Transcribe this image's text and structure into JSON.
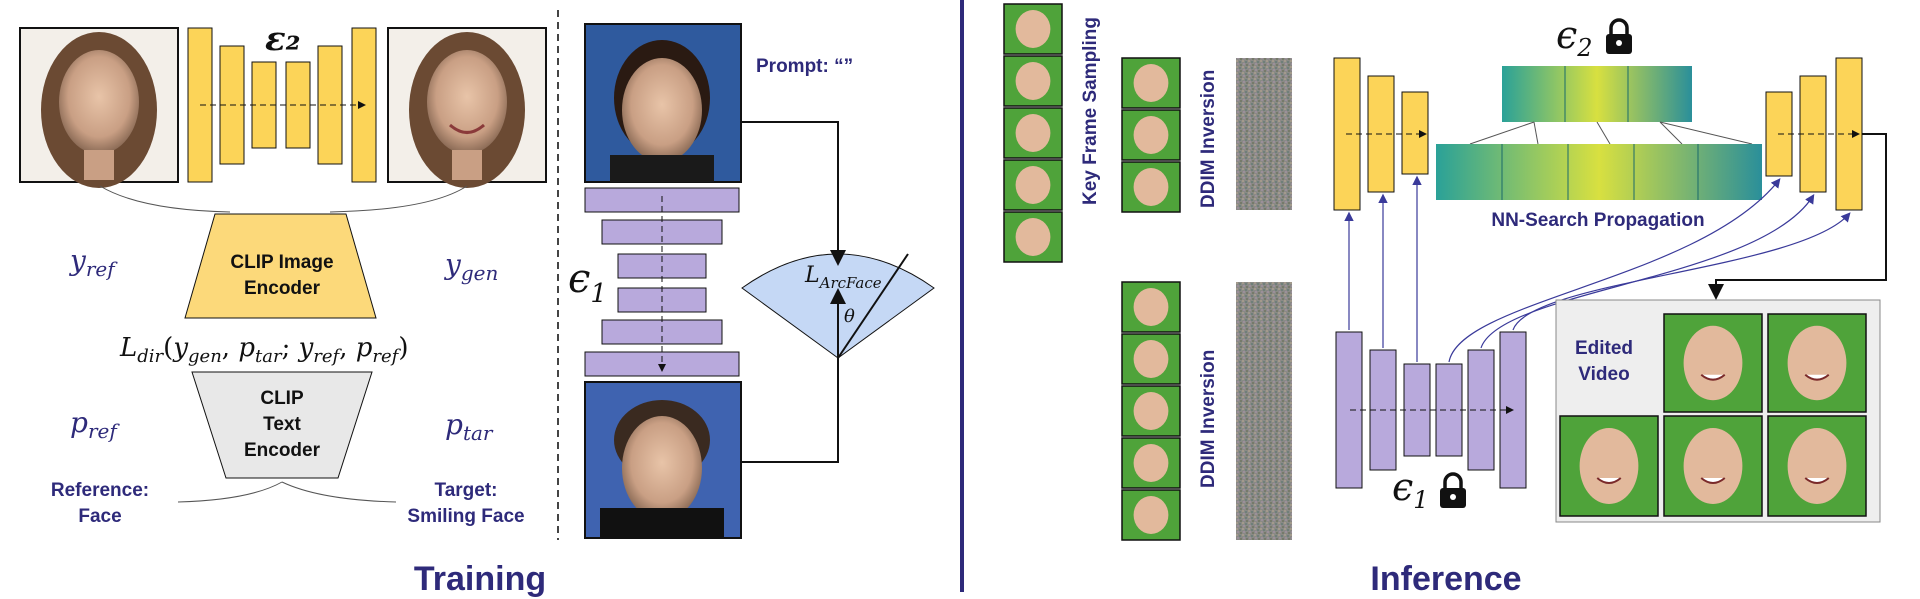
{
  "training": {
    "section_title": "Training",
    "encoder_symbol": "ε₂",
    "clip_image_encoder": "CLIP Image\nEncoder",
    "clip_text_encoder": "CLIP\nText\nEncoder",
    "y_ref": "y",
    "y_ref_sub": "ref",
    "y_gen": "y",
    "y_gen_sub": "gen",
    "p_ref": "p",
    "p_ref_sub": "ref",
    "p_tar": "p",
    "p_tar_sub": "tar",
    "loss_dir": "L",
    "loss_dir_sub": "dir",
    "loss_dir_args": "(y",
    "reference_label": "Reference:\nFace",
    "target_label": "Target:\nSmiling Face",
    "prompt_label": "Prompt: “”",
    "eps1_symbol": "ϵ",
    "eps1_sub": "1",
    "arcface_loss": "L",
    "arcface_sub": "ArcFace",
    "theta": "θ"
  },
  "inference": {
    "section_title": "Inference",
    "key_frame_label": "Key Frame Sampling",
    "ddim_inversion_top": "DDIM Inversion",
    "ddim_inversion_bottom": "DDIM Inversion",
    "eps2_symbol": "ϵ",
    "eps2_sub": "2",
    "eps1_symbol": "ϵ",
    "eps1_sub": "1",
    "nn_search_label": "NN-Search Propagation",
    "edited_video_label": "Edited\nVideo"
  },
  "colors": {
    "accent": "#2e2a7a",
    "yellow": "#fcd458",
    "purple": "#b8a9dc",
    "clip_image_fill": "#fcd97a",
    "clip_text_fill": "#e8e8e8",
    "arcface_fill": "#c5d8f5",
    "green_screen": "#4fa33a",
    "attention_teal": "#2aa198"
  }
}
